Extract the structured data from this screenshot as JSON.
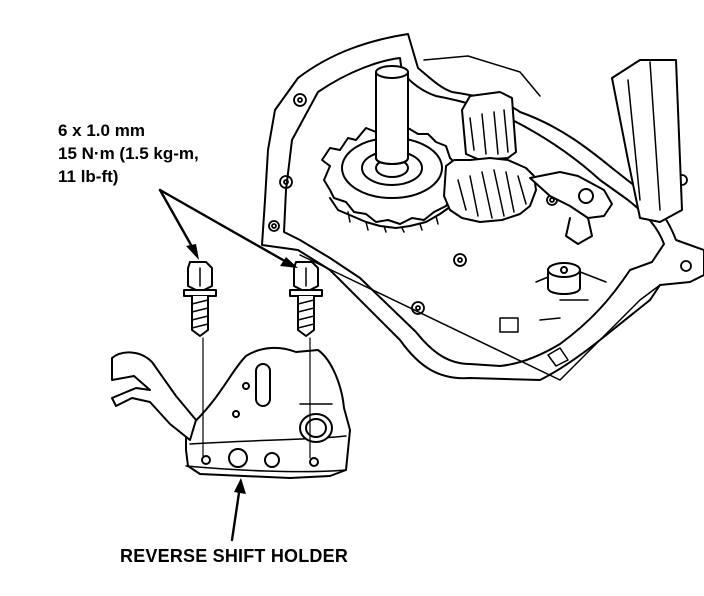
{
  "callout": {
    "line1": "6 x 1.0 mm",
    "line2": "15 N·m (1.5 kg-m,",
    "line3": "11 lb-ft)"
  },
  "part_label": "REVERSE SHIFT HOLDER",
  "colors": {
    "ink": "#000000",
    "paper": "#ffffff"
  }
}
